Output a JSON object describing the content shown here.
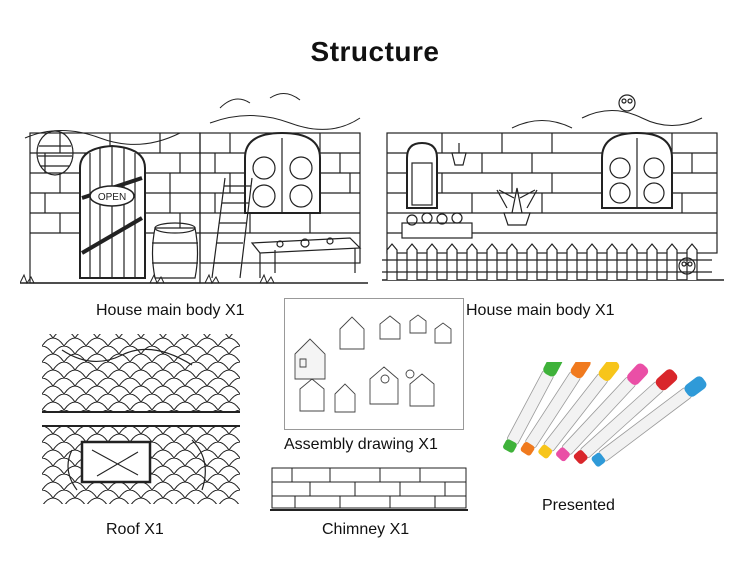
{
  "title": "Structure",
  "items": {
    "house_left": {
      "label": "House main body X1",
      "sign_text": "OPEN"
    },
    "house_right": {
      "label": "House main body X1"
    },
    "roof": {
      "label": "Roof X1"
    },
    "assembly": {
      "label": "Assembly drawing X1"
    },
    "chimney": {
      "label": "Chimney X1"
    },
    "markers": {
      "label": "Presented"
    }
  },
  "marker_colors": [
    "#3fb23a",
    "#f07a1e",
    "#f7c51b",
    "#ea4fa6",
    "#d9262b",
    "#2f9ad8"
  ]
}
